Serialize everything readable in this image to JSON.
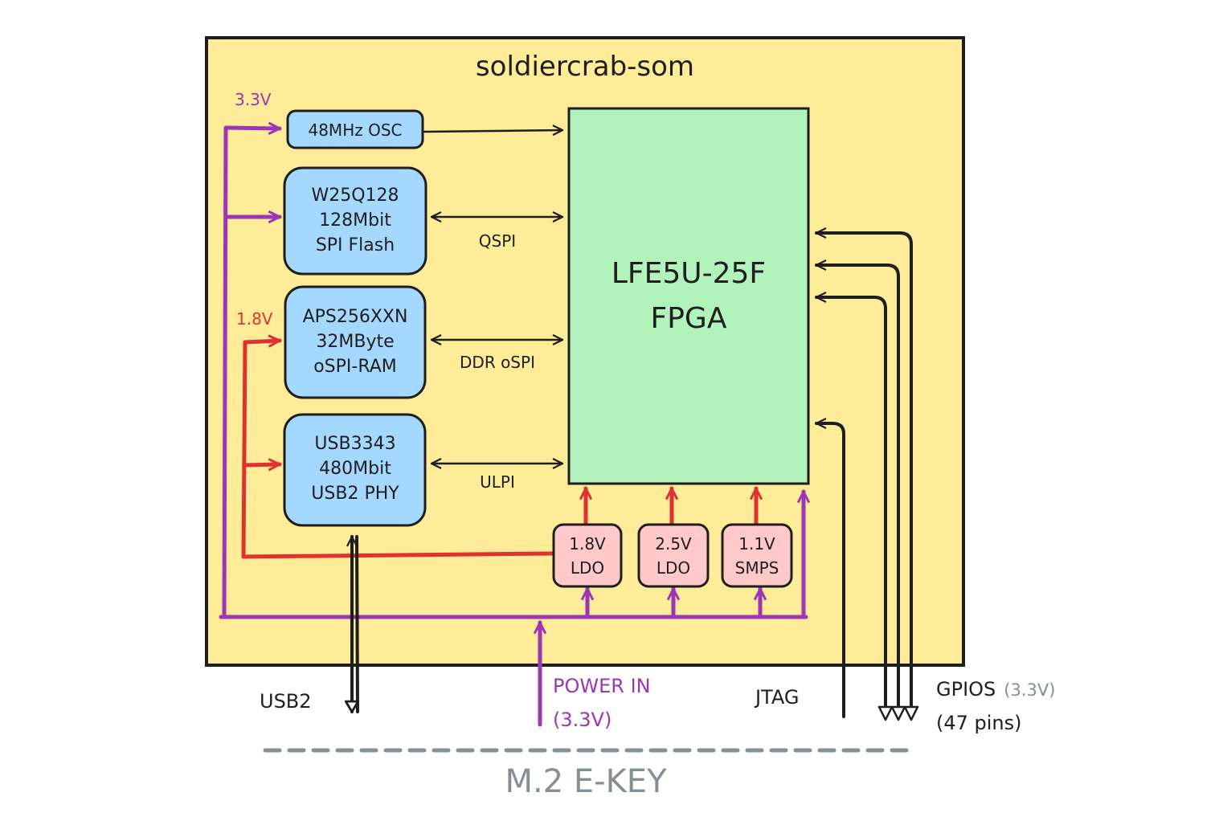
{
  "board": {
    "title": "soldiercrab-som"
  },
  "rails": {
    "v33": "3.3V",
    "v18": "1.8V"
  },
  "blocks": {
    "osc": {
      "line1": "48MHz OSC"
    },
    "flash": {
      "line1": "W25Q128",
      "line2": "128Mbit",
      "line3": "SPI Flash"
    },
    "ram": {
      "line1": "APS256XXN",
      "line2": "32MByte",
      "line3": "oSPI-RAM"
    },
    "phy": {
      "line1": "USB3343",
      "line2": "480Mbit",
      "line3": "USB2 PHY"
    },
    "fpga": {
      "line1": "LFE5U-25F",
      "line2": "FPGA"
    }
  },
  "buses": {
    "qspi": "QSPI",
    "ospi": "DDR oSPI",
    "ulpi": "ULPI"
  },
  "regulators": [
    {
      "line1": "1.8V",
      "line2": "LDO"
    },
    {
      "line1": "2.5V",
      "line2": "LDO"
    },
    {
      "line1": "1.1V",
      "line2": "SMPS"
    }
  ],
  "external": {
    "usb2": "USB2",
    "power_line1": "POWER IN",
    "power_line2": "(3.3V)",
    "jtag": "JTAG",
    "gpios": "GPIOS",
    "gpios_voltage": "(3.3V)",
    "gpios_pins": "(47 pins)",
    "connector": "M.2 E-KEY"
  },
  "colors": {
    "board_fill": "#ffec99",
    "block_fill": "#a5d8ff",
    "fpga_fill": "#b2f2bb",
    "regulator_fill": "#ffc9c9",
    "power_33": "#9c36b5",
    "power_18": "#e03131",
    "connector": "#868e96"
  }
}
